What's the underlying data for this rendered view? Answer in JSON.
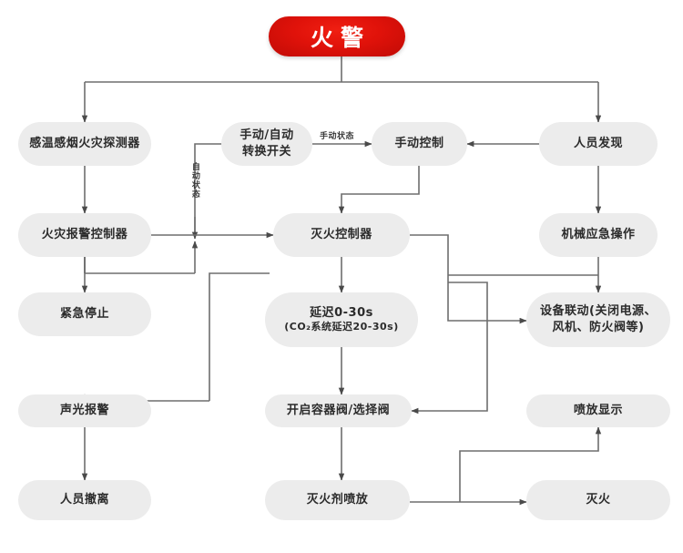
{
  "diagram": {
    "title": "火警",
    "nodes": {
      "alarm": {
        "label": "火警"
      },
      "detector": {
        "label": "感温感烟火灾探测器"
      },
      "fire_ctrl": {
        "label": "火灾报警控制器"
      },
      "switch_l1": {
        "label": "手动/自动"
      },
      "switch_l2": {
        "label": "转换开关"
      },
      "manual": {
        "label": "手动控制"
      },
      "person": {
        "label": "人员发现"
      },
      "ext_ctrl": {
        "label": "灭火控制器"
      },
      "mech": {
        "label": "机械应急操作"
      },
      "estop": {
        "label": "紧急停止"
      },
      "delay_l1": {
        "label": "延迟0-30s"
      },
      "delay_l2": {
        "label": "(CO₂系统延迟20-30s)"
      },
      "linkage_l1": {
        "label": "设备联动(关闭电源、"
      },
      "linkage_l2": {
        "label": "风机、防火阀等)"
      },
      "sound": {
        "label": "声光报警"
      },
      "valve": {
        "label": "开启容器阀/选择阀"
      },
      "spray_disp": {
        "label": "喷放显示"
      },
      "evacuate": {
        "label": "人员撤离"
      },
      "agent": {
        "label": "灭火剂喷放"
      },
      "extinguish": {
        "label": "灭火"
      }
    },
    "edge_labels": {
      "manual_state": "手动状态",
      "auto_state": "自动状态"
    },
    "colors": {
      "alarm_red": "#e0120a",
      "node_fill": "#ececec",
      "node_text": "#2b2b2b",
      "wire": "#6e6e6e",
      "background": "#ffffff"
    }
  }
}
